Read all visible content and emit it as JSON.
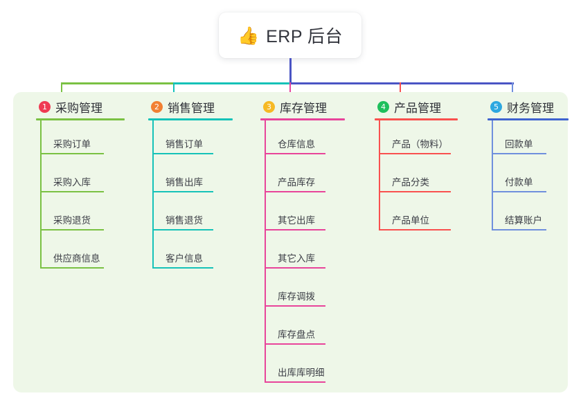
{
  "root": {
    "icon": "thumbs-up-emoji",
    "icon_glyph": "👍",
    "title": "ERP 后台"
  },
  "theme": {
    "panel_background": "#eef7e8",
    "page_background": "#ffffff",
    "title_text_color": "#32343c",
    "connector_green": "#7ac143",
    "connector_teal": "#15c2b8",
    "connector_blue": "#4a54c4"
  },
  "columns": [
    {
      "number": "1",
      "title": "采购管理",
      "badge_color": "#ef3b53",
      "line_color": "#7ac143",
      "stub_color": "#7ac143",
      "items": [
        "采购订单",
        "采购入库",
        "采购退货",
        "供应商信息"
      ]
    },
    {
      "number": "2",
      "title": "销售管理",
      "badge_color": "#f28033",
      "line_color": "#15c2b8",
      "stub_color": "#15c2b8",
      "items": [
        "销售订单",
        "销售出库",
        "销售退货",
        "客户信息"
      ]
    },
    {
      "number": "3",
      "title": "库存管理",
      "badge_color": "#f6b924",
      "line_color": "#e8449a",
      "stub_color": "#e8449a",
      "items": [
        "仓库信息",
        "产品库存",
        "其它出库",
        "其它入库",
        "库存调拨",
        "库存盘点",
        "出库库明细"
      ]
    },
    {
      "number": "4",
      "title": "产品管理",
      "badge_color": "#1fbf5c",
      "line_color": "#f9504e",
      "stub_color": "#f9504e",
      "items": [
        "产品（物料）",
        "产品分类",
        "产品单位"
      ]
    },
    {
      "number": "5",
      "title": "财务管理",
      "badge_color": "#2ea8e0",
      "line_color": "#3f63cf",
      "stub_color": "#6f8fdd",
      "items": [
        "回款单",
        "付款单",
        "结算账户"
      ]
    }
  ]
}
